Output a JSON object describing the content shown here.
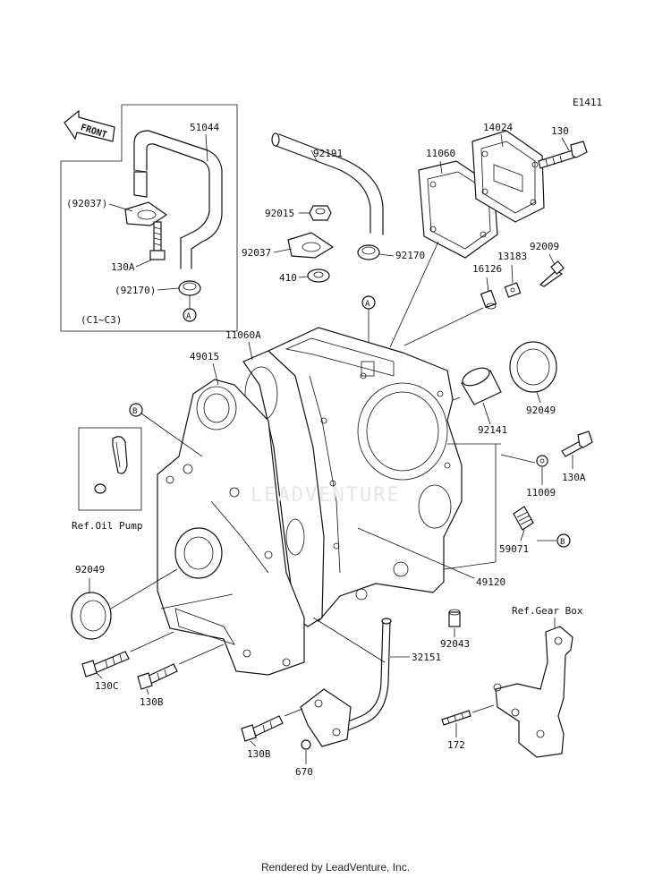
{
  "diagram_code": "E1411",
  "front_label": "FRONT",
  "inset_note": "(C1~C3)",
  "ref_oil_pump": "Ref.Oil Pump",
  "ref_gear_box": "Ref.Gear Box",
  "watermark": "LEADVENTURE",
  "footer": "Rendered by LeadVenture, Inc.",
  "parts": {
    "p51044": "51044",
    "p92037_inset": "(92037)",
    "p130A_inset": "130A",
    "p92170_inset": "(92170)",
    "p92191": "92191",
    "p92015": "92015",
    "p92037": "92037",
    "p410": "410",
    "p92170": "92170",
    "p11060": "11060",
    "p14024": "14024",
    "p130_top": "130",
    "p92009": "92009",
    "p13183": "13183",
    "p16126": "16126",
    "p11060A": "11060A",
    "p49015": "49015",
    "p92049_r": "92049",
    "p92141": "92141",
    "p130A_r": "130A",
    "p11009": "11009",
    "p59071": "59071",
    "p49120": "49120",
    "p92049_l": "92049",
    "p92043": "92043",
    "p32151": "32151",
    "p130C": "130C",
    "p130B_l": "130B",
    "p130B_b": "130B",
    "p670": "670",
    "p172": "172"
  },
  "callouts": {
    "a_inset": "A",
    "a_main": "A",
    "b_main": "B",
    "b_right": "B"
  }
}
